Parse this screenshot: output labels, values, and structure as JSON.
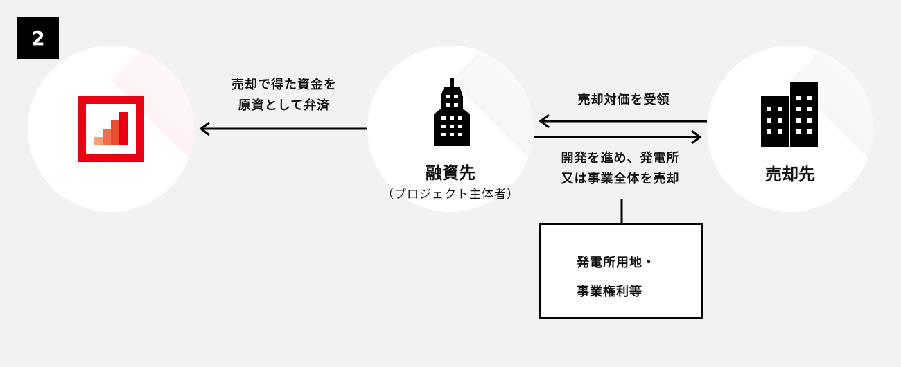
{
  "step_number": "2",
  "lender": {
    "icon": "bar-chart-logo-icon",
    "colors": [
      "#e60012",
      "#f4a27b",
      "#ee7049",
      "#e84e30"
    ]
  },
  "borrower": {
    "name": "融資先",
    "subtitle": "（プロジェクト主体者）",
    "icon": "building-icon"
  },
  "buyer": {
    "name": "売却先",
    "icon": "buildings-icon"
  },
  "repay_arrow": {
    "line1": "売却で得た資金を",
    "line2": "原資として弁済"
  },
  "payment_arrow": {
    "label": "売却対価を受領"
  },
  "sale_arrow": {
    "line1": "開発を進め、発電所",
    "line2": "又は事業全体を売却"
  },
  "asset_box": {
    "line1": "発電所用地・",
    "line2": "事業権利等"
  }
}
